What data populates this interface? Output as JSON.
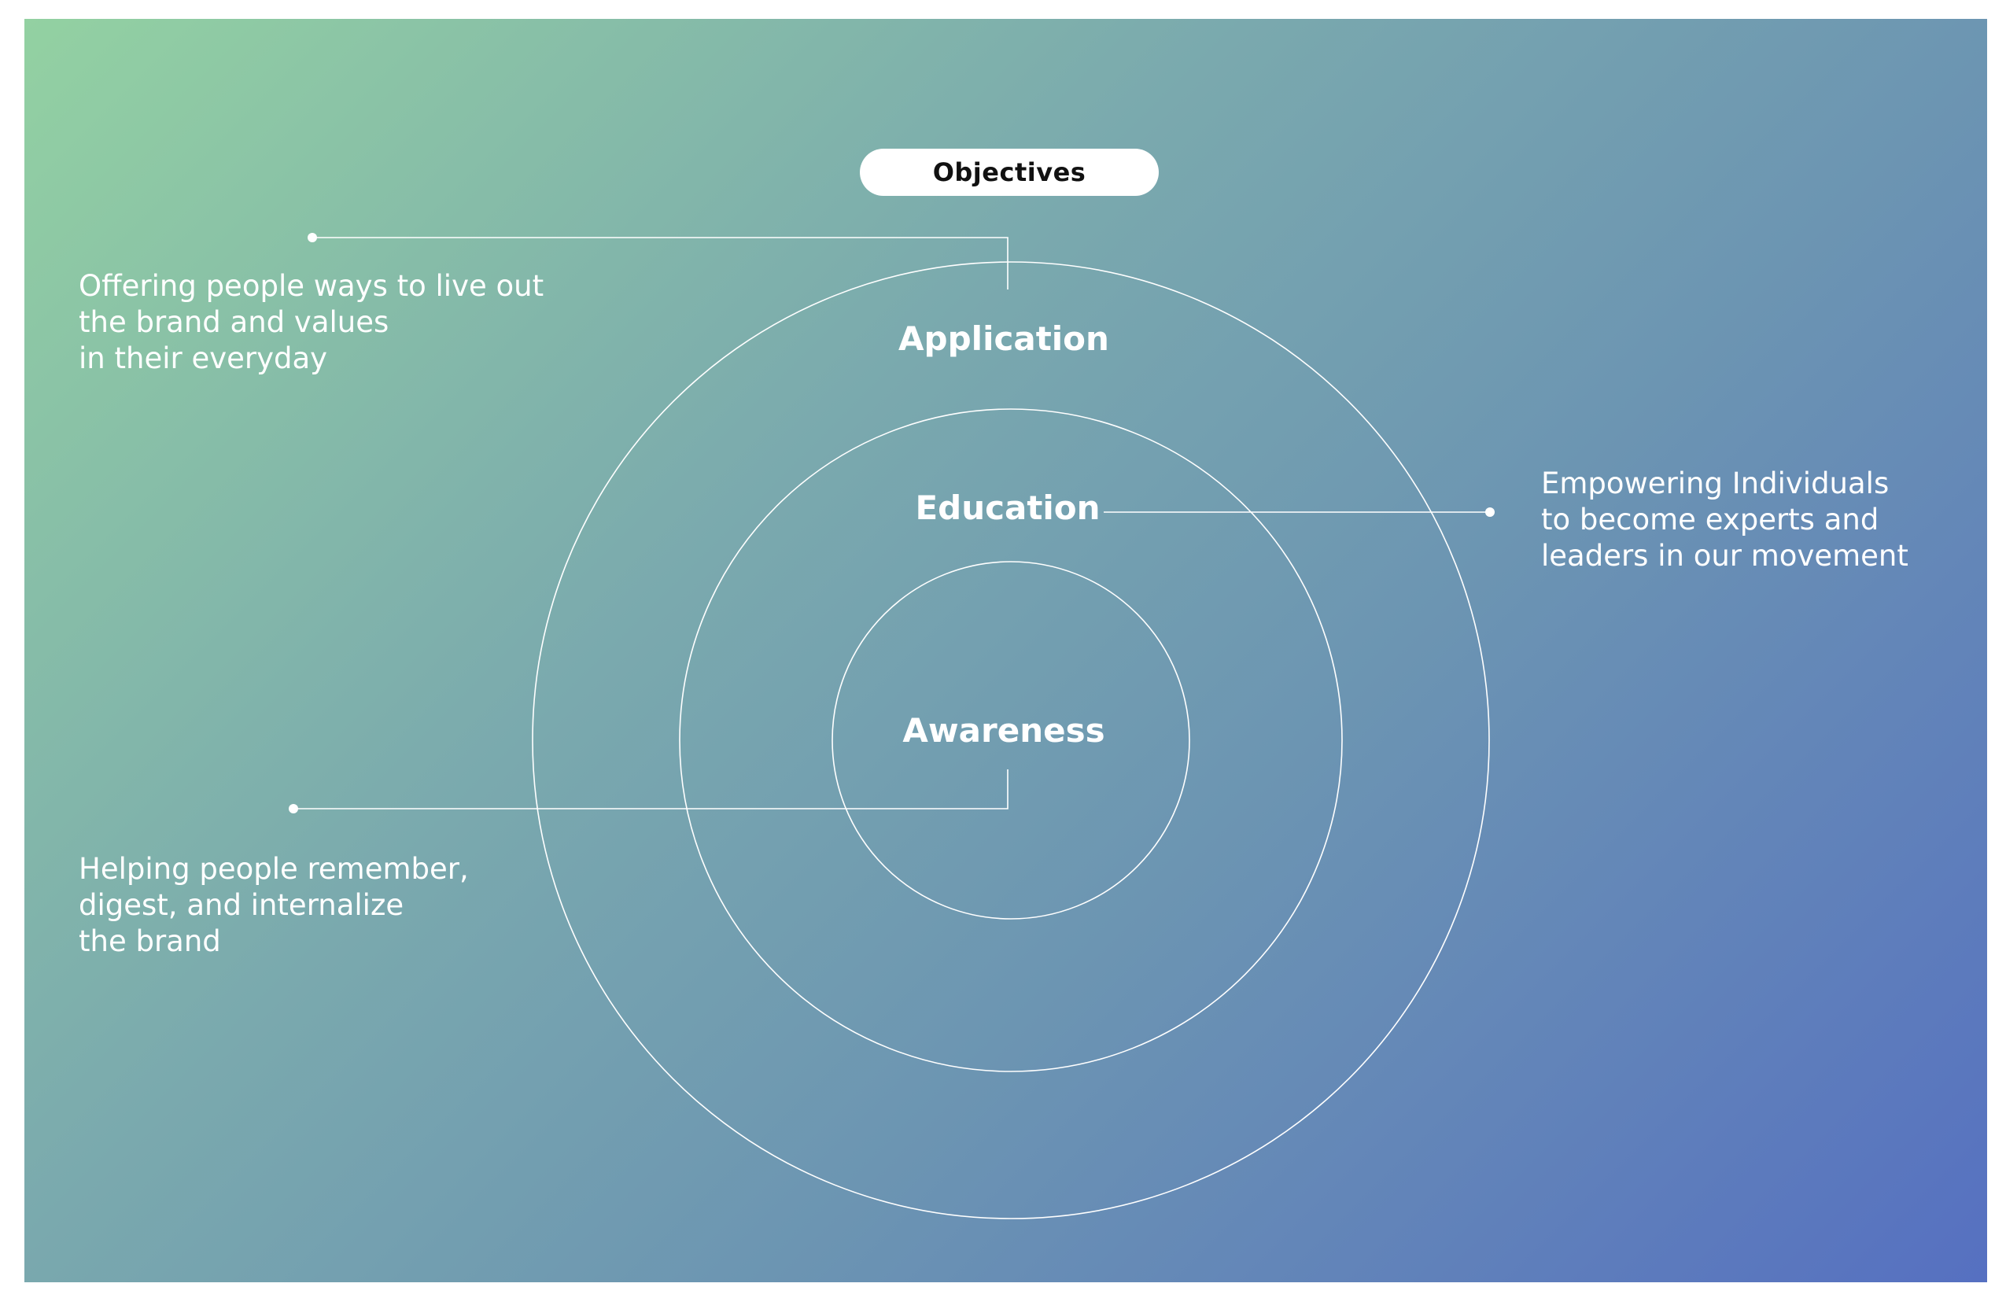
{
  "header": {
    "objectives_label": "Objectives"
  },
  "rings": {
    "outer_label": "Application",
    "middle_label": "Education",
    "inner_label": "Awareness"
  },
  "descriptions": {
    "application": [
      "Offering people ways to live out",
      "the brand and values",
      "in their everyday"
    ],
    "education": [
      "Empowering Individuals",
      "to become experts and",
      "leaders in our movement"
    ],
    "awareness": [
      "Helping people remember,",
      "digest, and internalize",
      "the brand"
    ]
  },
  "colors": {
    "gradient_start": "#93d1a2",
    "gradient_end": "#5670c1",
    "line": "#ffffff",
    "pill_text": "#111111"
  }
}
